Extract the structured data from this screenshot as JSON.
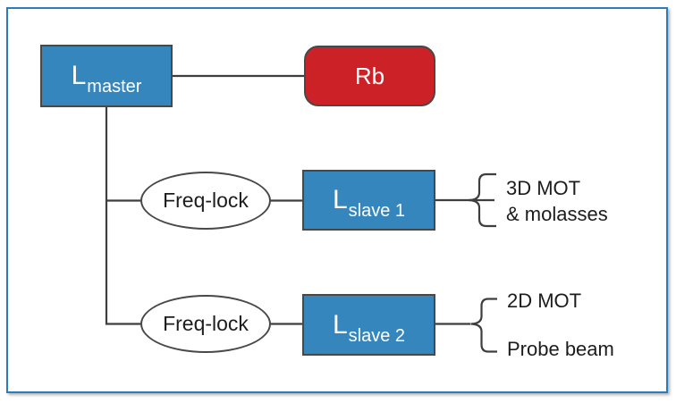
{
  "colors": {
    "box-blue": "#3686be",
    "box-red": "#cb2127",
    "node-border": "#484848",
    "line": "#3e3e3e",
    "frame-blue": "#2d7cb8",
    "text-dark": "#1c1c1c",
    "text-light": "#ffffff"
  },
  "nodes": {
    "master": {
      "symbol": "L",
      "subscript": "master"
    },
    "rb_cell": {
      "label": "Rb"
    },
    "freq_lock_1": {
      "label": "Freq-lock"
    },
    "slave1": {
      "symbol": "L",
      "subscript": "slave 1"
    },
    "freq_lock_2": {
      "label": "Freq-lock"
    },
    "slave2": {
      "symbol": "L",
      "subscript": "slave 2"
    }
  },
  "outputs": {
    "slave1_line1": "3D MOT",
    "slave1_line2": "& molasses",
    "slave2_top": "2D MOT",
    "slave2_bottom": "Probe beam"
  }
}
